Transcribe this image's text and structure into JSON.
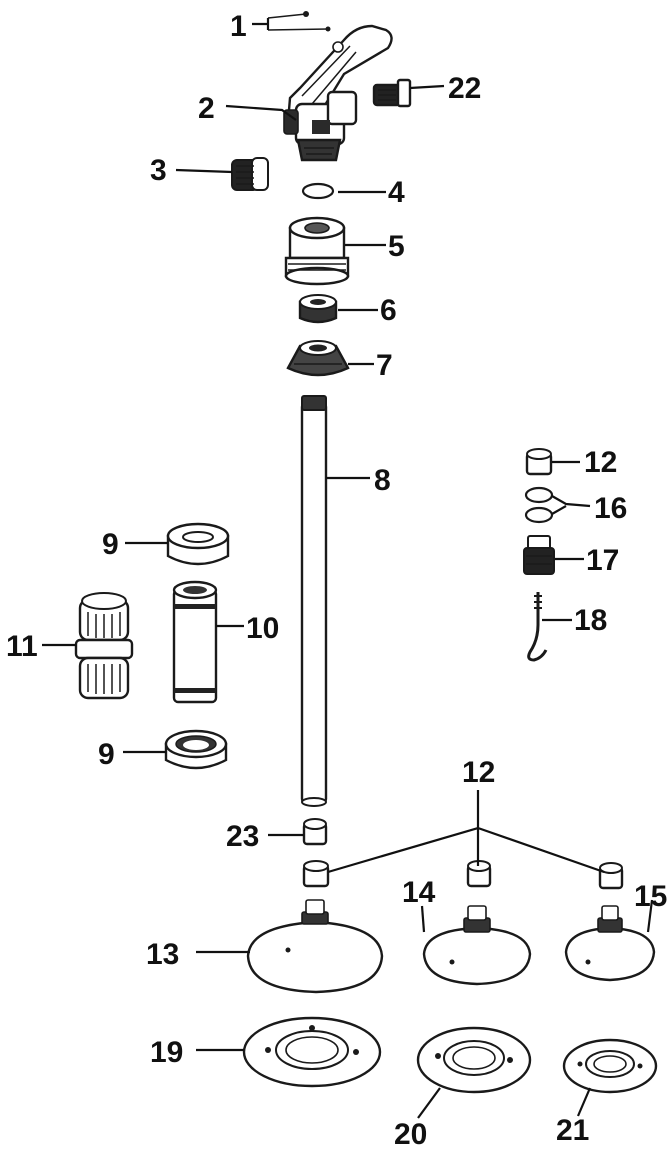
{
  "callouts": {
    "c1": "1",
    "c2": "2",
    "c3": "3",
    "c4": "4",
    "c5": "5",
    "c6": "6",
    "c7": "7",
    "c8": "8",
    "c9a": "9",
    "c9b": "9",
    "c10": "10",
    "c11": "11",
    "c12a": "12",
    "c12b": "12",
    "c13": "13",
    "c14": "14",
    "c15": "15",
    "c16": "16",
    "c17": "17",
    "c18": "18",
    "c19": "19",
    "c20": "20",
    "c21": "21",
    "c22": "22",
    "c23": "23"
  },
  "colors": {
    "ink": "#1a1a1a",
    "light": "#ffffff",
    "dark": "#222222"
  }
}
